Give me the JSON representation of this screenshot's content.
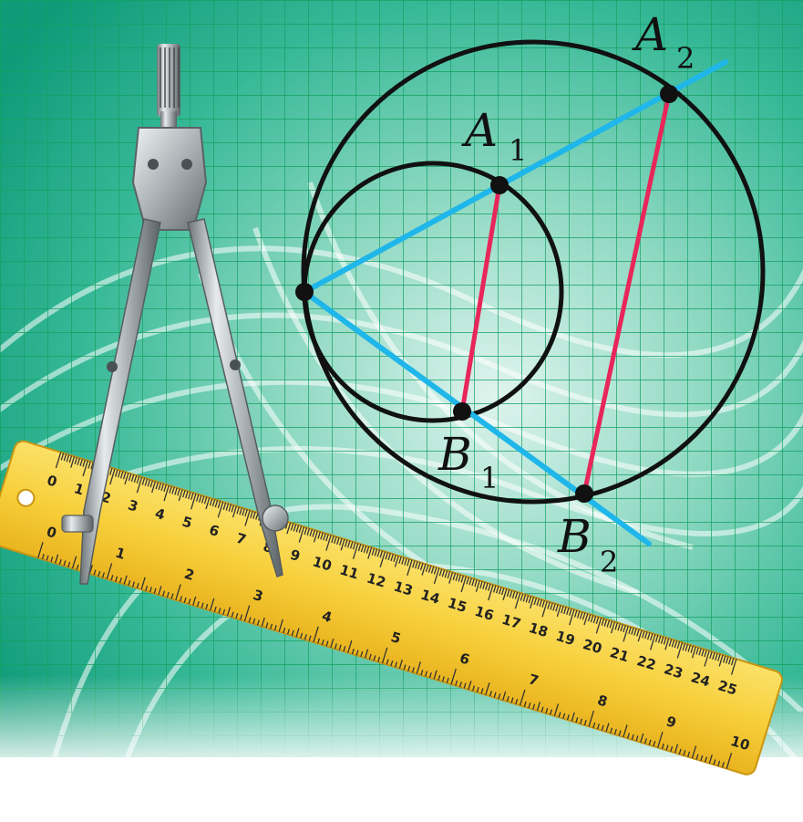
{
  "points": {
    "A1": {
      "letter": "A",
      "sub": "1"
    },
    "A2": {
      "letter": "A",
      "sub": "2"
    },
    "B1": {
      "letter": "B",
      "sub": "1"
    },
    "B2": {
      "letter": "B",
      "sub": "2"
    }
  },
  "ruler": {
    "cm_labels": [
      "0",
      "1",
      "2",
      "3",
      "4",
      "5",
      "6",
      "7",
      "8",
      "9",
      "10",
      "11",
      "12",
      "13",
      "14",
      "15",
      "16",
      "17",
      "18",
      "19",
      "20",
      "21",
      "22",
      "23",
      "24",
      "25"
    ],
    "inch_labels": [
      "0",
      "1",
      "2",
      "3",
      "4",
      "5",
      "6",
      "7",
      "8",
      "9",
      "10"
    ]
  },
  "colors": {
    "background_teal": "#1fae8f",
    "grid_line": "#14a062",
    "circle_stroke": "#111111",
    "ray_blue": "#1fb6ea",
    "chord_red": "#e8265a",
    "ruler_yellow": "#f7cf3a"
  },
  "icons": {
    "compass": "drawing-compass-icon",
    "ruler": "ruler-icon"
  }
}
